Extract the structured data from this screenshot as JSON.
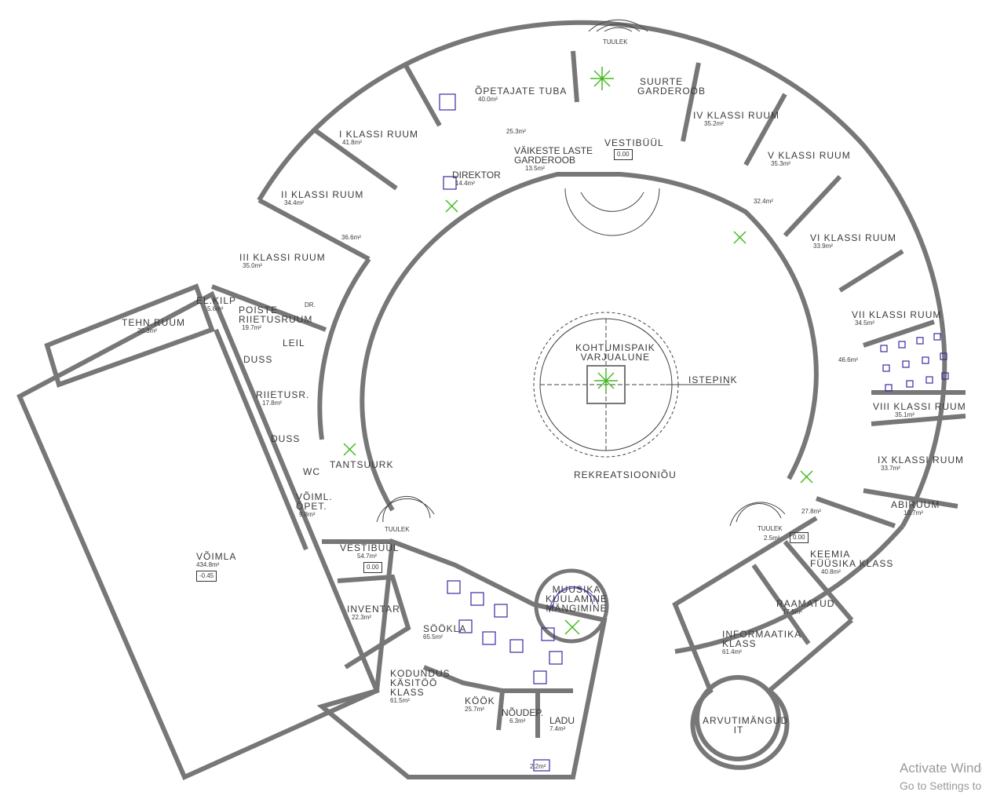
{
  "rooms": {
    "opetajate_tuba": {
      "name": "ÕPETAJATE TUBA",
      "area": "40.0m²"
    },
    "suurte_garderoob": {
      "name1": "SUURTE",
      "name2": "GARDEROOB"
    },
    "tuulek_top": {
      "name": "TUULEK"
    },
    "corridor_top": {
      "area": "25.3m²"
    },
    "vestibuul_top": {
      "name": "VESTIBÜÜL",
      "level": "0.00"
    },
    "vaikeste_laste": {
      "name1": "VÄIKESTE LASTE",
      "name2": "GARDEROOB",
      "area": "13.5m²"
    },
    "direktor": {
      "name": "DIREKTOR",
      "area": "14.4m²"
    },
    "klass1": {
      "name": "I KLASSI RUUM",
      "area": "41.8m²"
    },
    "klass2": {
      "name": "II KLASSI RUUM",
      "area": "34.4m²"
    },
    "klass3": {
      "name": "III KLASSI RUUM",
      "area": "35.0m²"
    },
    "corridor_left": {
      "area": "36.6m²"
    },
    "klass4": {
      "name": "IV KLASSI RUUM",
      "area": "35.2m²"
    },
    "klass5": {
      "name": "V KLASSI RUUM",
      "area": "35.3m²"
    },
    "corridor_right_top": {
      "area": "32.4m²"
    },
    "klass6": {
      "name": "VI KLASSI RUUM",
      "area": "33.9m²"
    },
    "klass7": {
      "name": "VII KLASSI RUUM",
      "area": "34.5m²"
    },
    "corridor_right": {
      "area": "46.6m²"
    },
    "klass8": {
      "name": "VIII KLASSI RUUM",
      "area": "35.1m²"
    },
    "klass9": {
      "name": "IX KLASSI RUUM",
      "area": "33.7m²"
    },
    "abiruum": {
      "name": "ABIRUUM",
      "area": "10.7m²"
    },
    "corridor_right_low": {
      "area": "27.8m²"
    },
    "tuulek_right": {
      "name": "TUULEK",
      "area": "2.5m²",
      "level": "0.00"
    },
    "keemia": {
      "name1": "KEEMIA",
      "name2": "FÜÜSIKA KLASS",
      "area": "40.8m²"
    },
    "raamatud": {
      "name": "RAAMATUD",
      "area": "17.5m²"
    },
    "informaatika": {
      "name1": "INFORMAATIKA",
      "name2": "KLASS",
      "area": "61.4m²"
    },
    "arvutimangud": {
      "name1": "ARVUTIMÄNGUD",
      "name2": "IT"
    },
    "el_kilp": {
      "name": "EL.KILP",
      "area": "5.6m²"
    },
    "tehn_ruum": {
      "name": "TEHN.RUUM",
      "area": "20.3m²"
    },
    "poiste_riietusruum": {
      "name1": "POISTE",
      "name2": "RIIETUSRUUM",
      "area": "19.7m²"
    },
    "leil": {
      "name": "LEIL"
    },
    "duss1": {
      "name": "DUSS"
    },
    "riietusr": {
      "name": "RIIETUSR.",
      "area": "17.8m²"
    },
    "duss2": {
      "name": "DUSS"
    },
    "wc": {
      "name": "WC"
    },
    "dr": {
      "name": "DR."
    },
    "voiml_opet": {
      "name1": "VÕIML.",
      "name2": "ÕPET.",
      "area": "9.8m²"
    },
    "voimla": {
      "name": "VÕIMLA",
      "area": "434.8m²",
      "level": "-0.45"
    },
    "tantsuurk": {
      "name": "TANTSUURK"
    },
    "tuulek_left": {
      "name": "TUULEK"
    },
    "vestibuul_low": {
      "name": "VESTIBÜÜL",
      "area": "54.7m²",
      "level": "0.00"
    },
    "inventar": {
      "name": "INVENTAR",
      "area": "22.3m²"
    },
    "sookla": {
      "name": "SÖÖKLA",
      "area": "65.5m²"
    },
    "muusika": {
      "name1": "MUUSIKA",
      "name2": "KUULAMINE",
      "name3": "MÄNGIMINE"
    },
    "kodundus": {
      "name1": "KODUNDUS",
      "name2": "KÄSITÖÖ",
      "name3": "KLASS",
      "area": "61.5m²"
    },
    "kook": {
      "name": "KÖÖK",
      "area": "25.7m²"
    },
    "noudep": {
      "name": "NÕUDEP.",
      "area": "6.3m²"
    },
    "ladu": {
      "name": "LADU",
      "area": "7.4m²"
    },
    "wc_small": {
      "area": "2.2m²"
    },
    "kohtumispaik": {
      "name1": "KOHTUMISPAIK",
      "name2": "VARJUALUNE"
    },
    "istepink": {
      "name": "ISTEPINK"
    },
    "rekreatsiooniou": {
      "name": "REKREATSIOONIÕU"
    }
  },
  "watermark": {
    "line1": "Activate Windows",
    "line2": "Go to Settings to activate Windows."
  },
  "colors": {
    "wall": "#777777",
    "furniture": "#3b2aa0",
    "plant": "#44bb22"
  }
}
